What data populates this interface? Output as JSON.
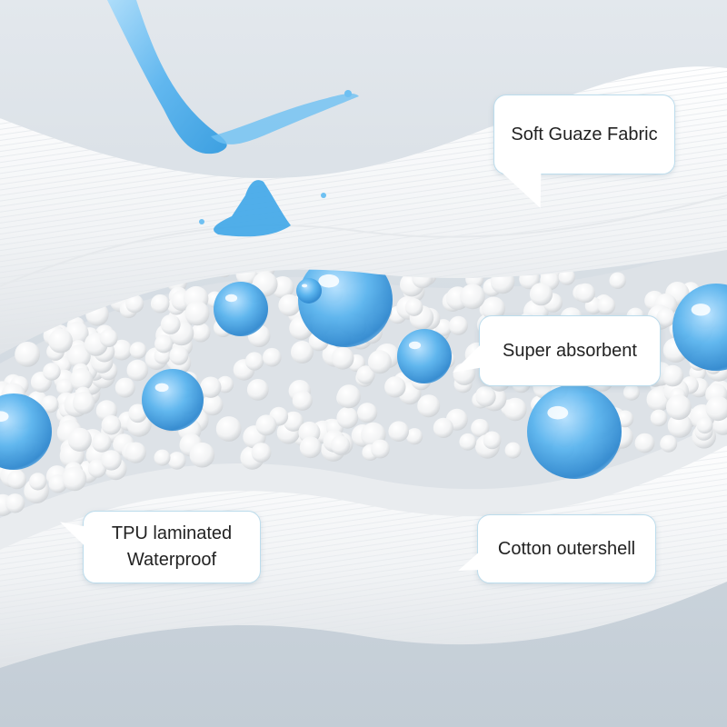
{
  "callouts": {
    "gauze": "Soft Guaze Fabric",
    "absorbent": "Super absorbent",
    "tpu_line1": "TPU laminated",
    "tpu_line2": "Waterproof",
    "cotton": "Cotton outershell"
  },
  "colors": {
    "background": "#c9d3dc",
    "fabric": "#f7f8f9",
    "bead": "#ffffff",
    "water": "#4aa8e6"
  },
  "icons": {
    "water-stream": "water-stream-icon",
    "absorbent-bead": "white-bead-icon",
    "gel-bead": "blue-gel-bead-icon"
  }
}
